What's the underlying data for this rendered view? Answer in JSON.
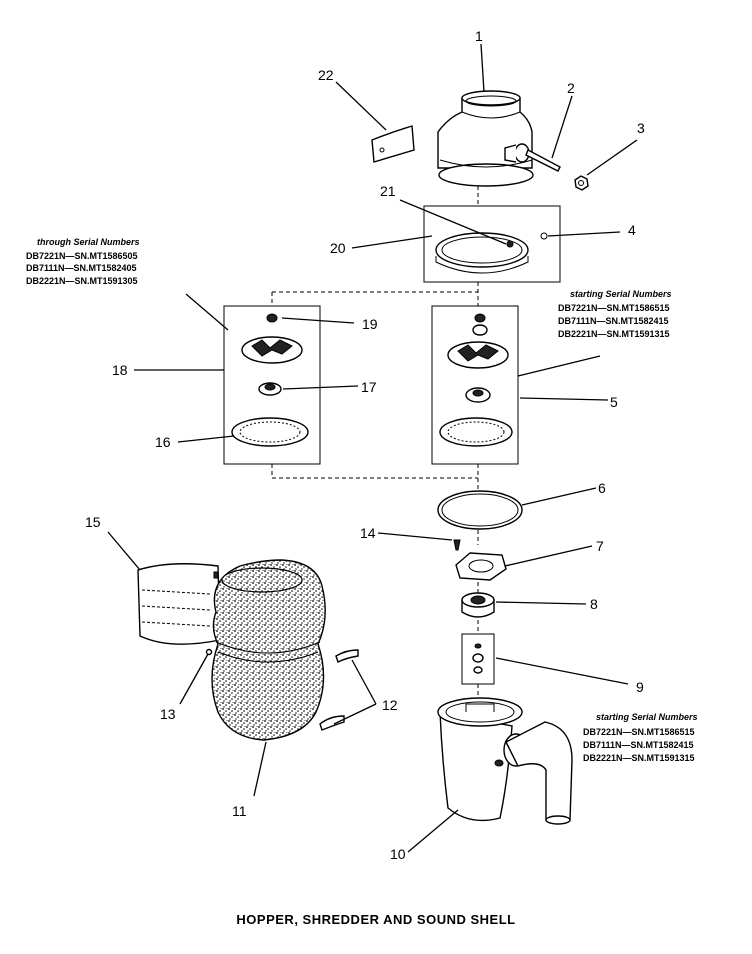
{
  "title": "HOPPER, SHREDDER AND SOUND SHELL",
  "callouts": {
    "c1": "1",
    "c2": "2",
    "c3": "3",
    "c4": "4",
    "c5": "5",
    "c6": "6",
    "c7": "7",
    "c8": "8",
    "c9": "9",
    "c10": "10",
    "c11": "11",
    "c12": "12",
    "c13": "13",
    "c14": "14",
    "c15": "15",
    "c16": "16",
    "c17": "17",
    "c18": "18",
    "c19": "19",
    "c20": "20",
    "c21": "21",
    "c22": "22"
  },
  "notes": {
    "left": {
      "heading": "through Serial Numbers",
      "lines": [
        "DB7221N—SN.MT1586505",
        "DB7111N—SN.MT1582405",
        "DB2221N—SN.MT1591305"
      ]
    },
    "right_top": {
      "heading": "starting Serial Numbers",
      "lines": [
        "DB7221N—SN.MT1586515",
        "DB7111N—SN.MT1582415",
        "DB2221N—SN.MT1591315"
      ]
    },
    "right_bottom": {
      "heading": "starting Serial Numbers",
      "lines": [
        "DB7221N—SN.MT1586515",
        "DB7111N—SN.MT1582415",
        "DB2221N—SN.MT1591315"
      ]
    }
  }
}
